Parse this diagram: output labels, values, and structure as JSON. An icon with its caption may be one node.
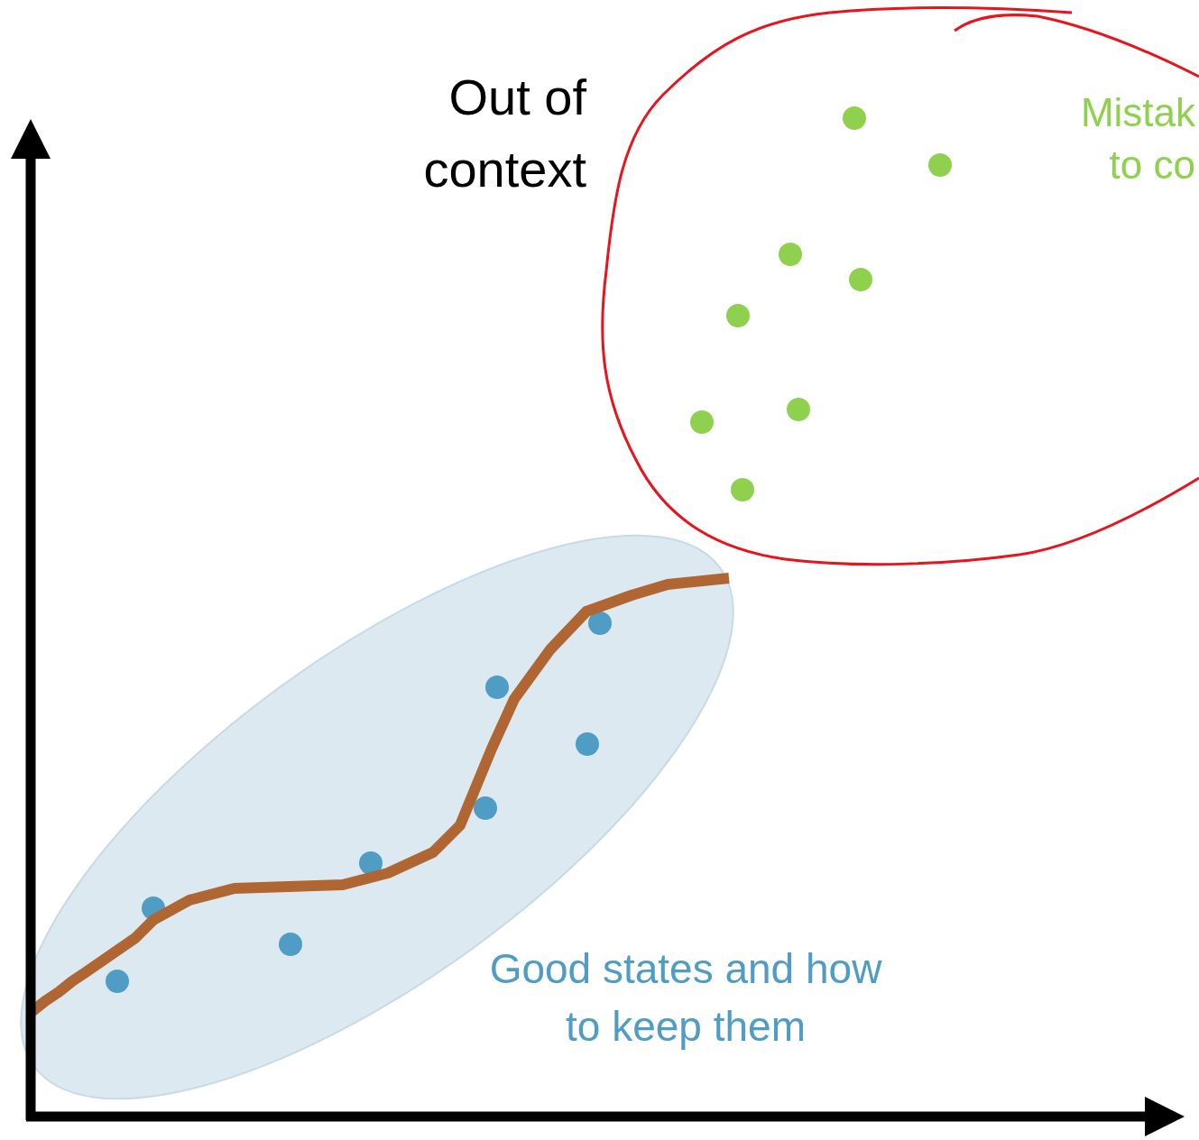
{
  "diagram": {
    "labels": [
      "Out of context",
      "Mistak to co",
      "Good states and how to keep them"
    ]
  }
}
